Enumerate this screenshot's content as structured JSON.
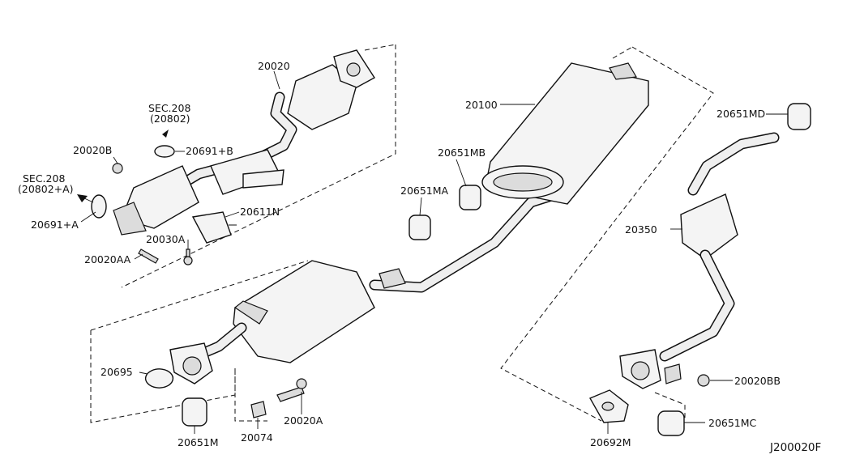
{
  "diagram_id": "J200020F",
  "labels": {
    "p20020": "20020",
    "sec208_a": "SEC.208",
    "sec208_a_sub": "(20802)",
    "p20020b": "20020B",
    "p20691b": "20691+B",
    "sec208_b": "SEC.208",
    "sec208_b_sub": "(20802+A)",
    "p20691a": "20691+A",
    "p20611n": "20611N",
    "p20030a": "20030A",
    "p20020aa": "20020AA",
    "p20100": "20100",
    "p20651mb": "20651MB",
    "p20651ma": "20651MA",
    "p20651md": "20651MD",
    "p20350": "20350",
    "p20695": "20695",
    "p20651m": "20651M",
    "p20074": "20074",
    "p20020a": "20020A",
    "p20020bb": "20020BB",
    "p20692m": "20692M",
    "p20651mc": "20651MC"
  }
}
